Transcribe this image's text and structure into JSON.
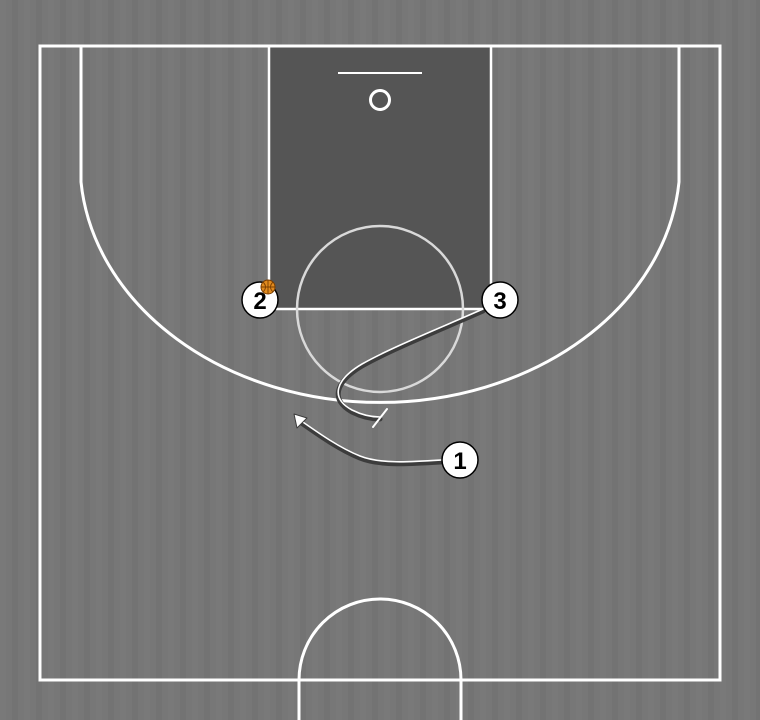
{
  "court": {
    "colors": {
      "background": "#777777",
      "stripe_light": "#7c7c7c",
      "stripe_dark": "#717171",
      "key_fill": "#555555",
      "line": "#ffffff",
      "player_fill": "#ffffff",
      "player_text": "#000000",
      "ball": "#e08a1e",
      "ball_seams": "#7a3e00",
      "path": "#ffffff",
      "path_shadow": "#3c3c3c"
    }
  },
  "players": [
    {
      "id": "player-1",
      "label": "1",
      "has_ball": false
    },
    {
      "id": "player-2",
      "label": "2",
      "has_ball": true
    },
    {
      "id": "player-3",
      "label": "3",
      "has_ball": false
    }
  ],
  "actions": [
    {
      "id": "dribble-1",
      "type": "dribble",
      "player": "1",
      "arrow": true
    },
    {
      "id": "cut-3",
      "type": "cut",
      "player": "3",
      "end": "screen"
    }
  ]
}
